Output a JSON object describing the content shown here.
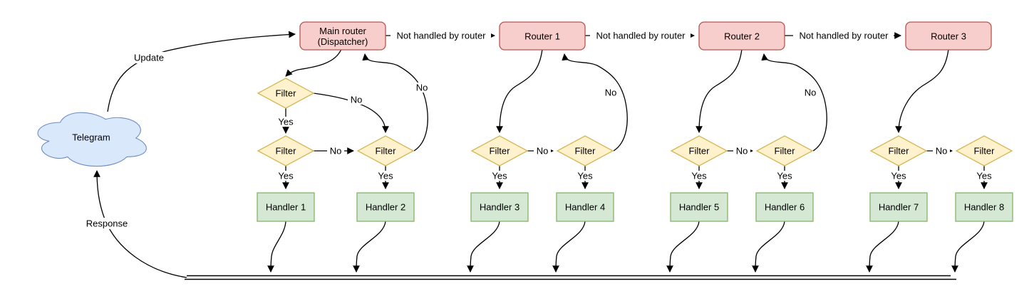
{
  "cloud": {
    "label": "Telegram"
  },
  "dispatcher": {
    "line1": "Main router",
    "line2": "(Dispatcher)"
  },
  "routers": [
    "Router 1",
    "Router 2",
    "Router 3"
  ],
  "handlers": [
    "Handler 1",
    "Handler 2",
    "Handler 3",
    "Handler 4",
    "Handler 5",
    "Handler 6",
    "Handler 7",
    "Handler 8"
  ],
  "labels": {
    "update": "Update",
    "response": "Response",
    "yes": "Yes",
    "no": "No",
    "not_handled": "Not handled by router",
    "filter": "Filter"
  },
  "colors": {
    "router_fill": "#f8cecc",
    "router_stroke": "#b85450",
    "filter_fill": "#fff2cc",
    "filter_stroke": "#d6b656",
    "handler_fill": "#d5e8d4",
    "handler_stroke": "#82b366",
    "cloud_fill": "#dae8fc",
    "cloud_stroke": "#6c8ebf",
    "edge": "#000000",
    "text": "#000000",
    "background": "#ffffff"
  }
}
